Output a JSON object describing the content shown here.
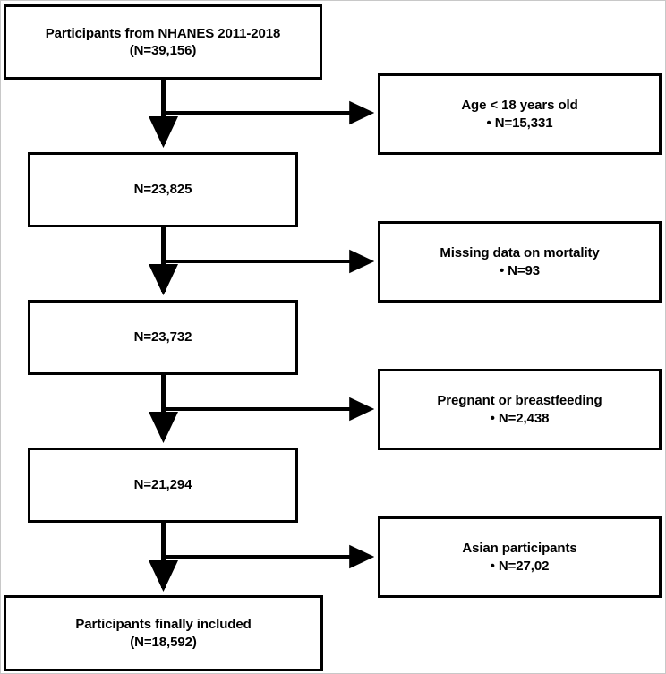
{
  "diagram": {
    "title": "NHANES participant selection flow diagram",
    "type": "flowchart",
    "stroke_color": "#000000",
    "background_color": "#ffffff"
  },
  "flow": {
    "main_boxes": [
      {
        "id": "source-population",
        "line1": "Participants from NHANES 2011-2018",
        "line2": "(N=39,156)",
        "n": 39156
      },
      {
        "id": "after-age-exclusion",
        "line1": "N=23,825",
        "line2": "",
        "n": 23825
      },
      {
        "id": "after-mortality-exclusion",
        "line1": "N=23,732",
        "line2": "",
        "n": 23732
      },
      {
        "id": "after-pregnancy-exclusion",
        "line1": "N=21,294",
        "line2": "",
        "n": 21294
      },
      {
        "id": "final-included",
        "line1": "Participants finally included",
        "line2": "(N=18,592)",
        "n": 18592
      }
    ],
    "exclusion_boxes": [
      {
        "id": "exclusion-age",
        "reason": "Age < 18 years old",
        "count": "• N=15,331",
        "n": 15331
      },
      {
        "id": "exclusion-mortality",
        "reason": "Missing data on mortality",
        "count": "• N=93",
        "n": 93
      },
      {
        "id": "exclusion-pregnancy",
        "reason": "Pregnant or breastfeeding",
        "count": "• N=2,438",
        "n": 2438
      },
      {
        "id": "exclusion-asian",
        "reason": "Asian participants",
        "count": "• N=27,02",
        "n": 2702
      }
    ]
  }
}
